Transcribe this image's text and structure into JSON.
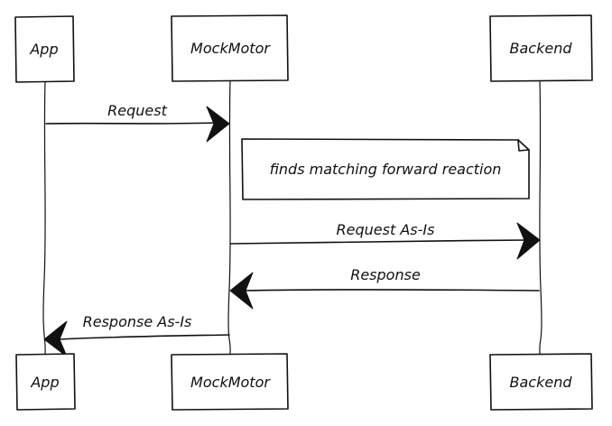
{
  "participants": {
    "app": "App",
    "mockmotor": "MockMotor",
    "backend": "Backend"
  },
  "messages": {
    "m1": "Request",
    "m2": "Request As-Is",
    "m3": "Response",
    "m4": "Response As-Is"
  },
  "note": "finds matching forward reaction"
}
